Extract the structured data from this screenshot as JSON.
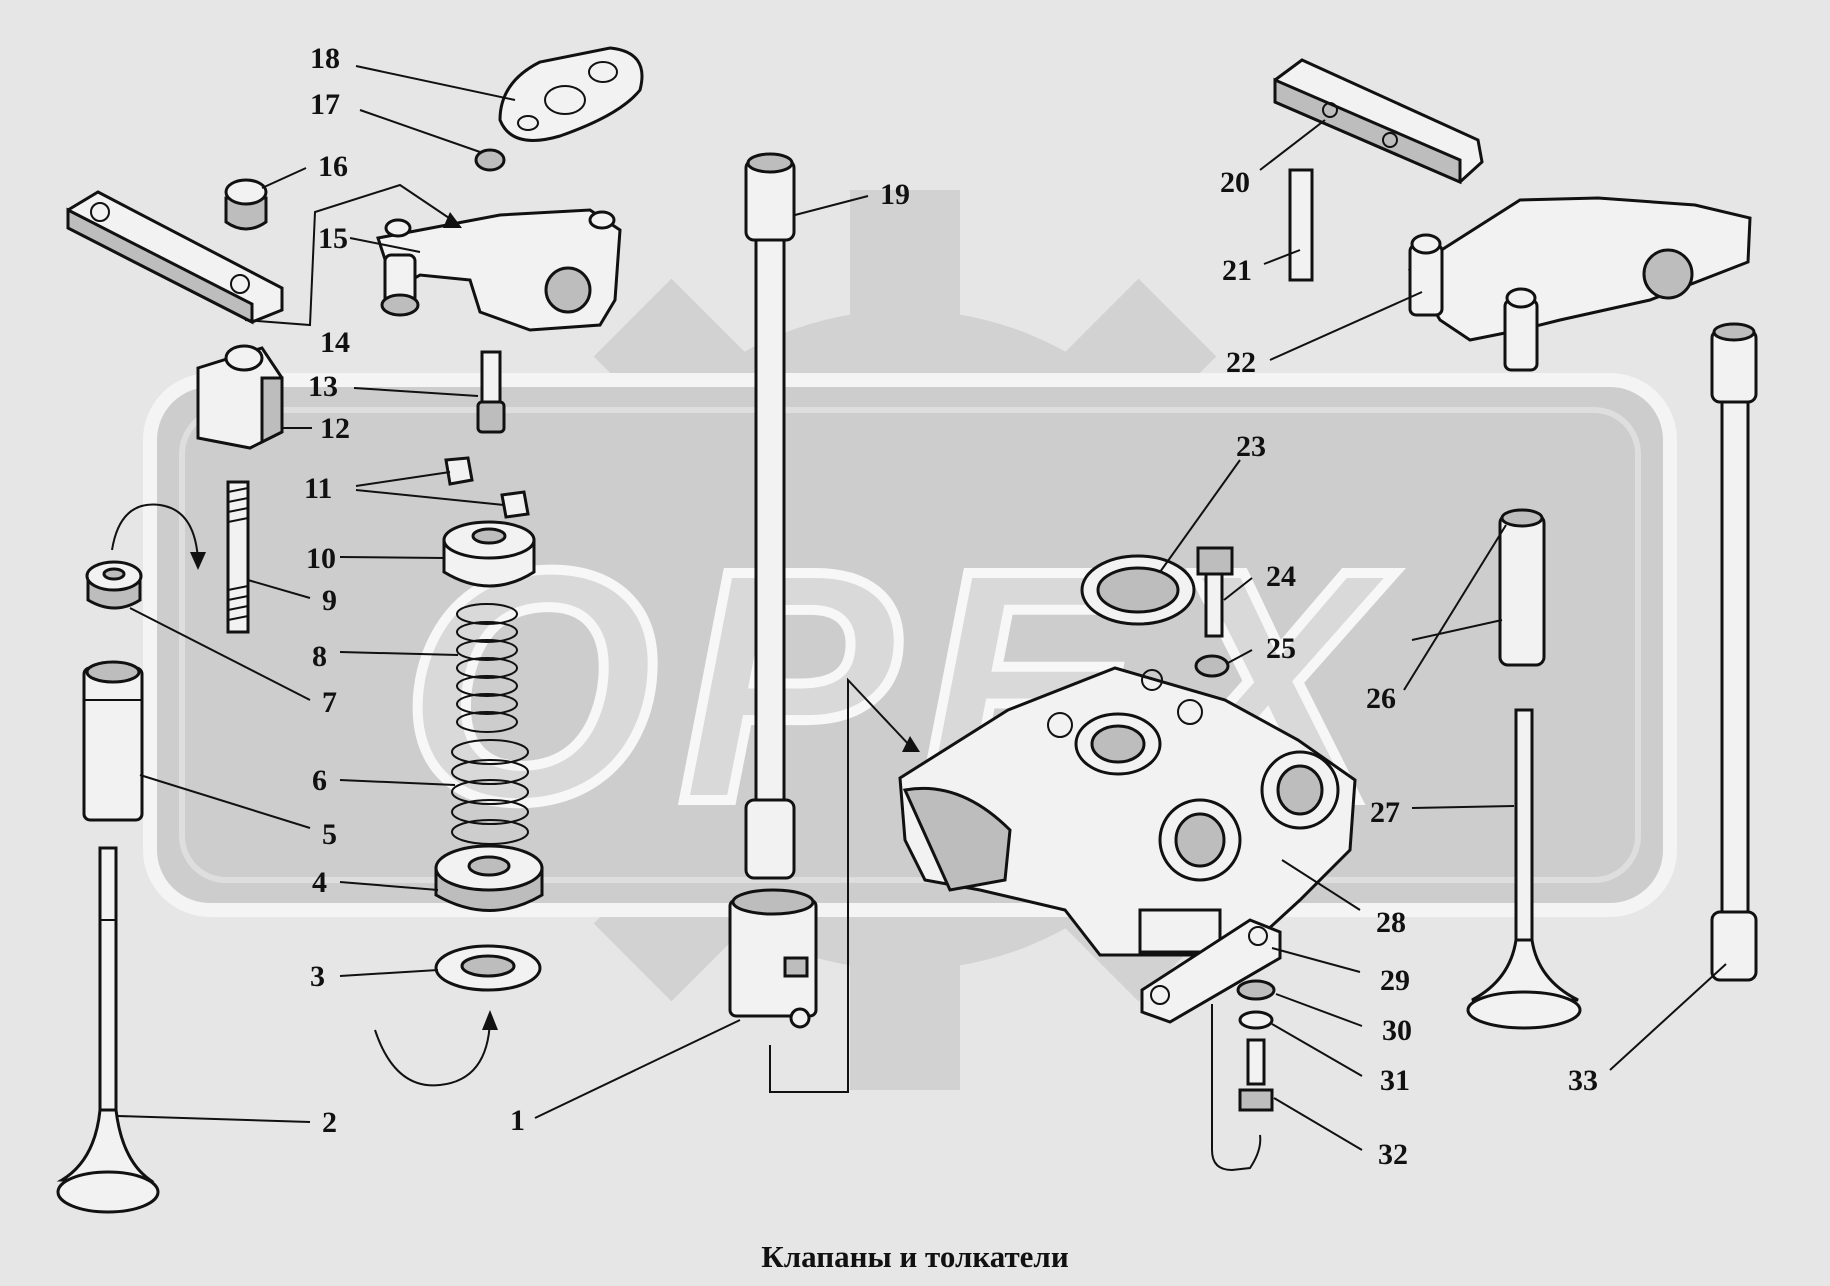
{
  "caption": "Клапаны и толкатели",
  "watermark": {
    "text": "ОРЕХ",
    "fill": "#cfcfcf",
    "stroke": "#ffffff"
  },
  "colors": {
    "background": "#e6e6e6",
    "ink": "#111111",
    "part_fill": "#f2f2f2"
  },
  "labels": [
    {
      "n": "1"
    },
    {
      "n": "2"
    },
    {
      "n": "3"
    },
    {
      "n": "4"
    },
    {
      "n": "5"
    },
    {
      "n": "6"
    },
    {
      "n": "7"
    },
    {
      "n": "8"
    },
    {
      "n": "9"
    },
    {
      "n": "10"
    },
    {
      "n": "11"
    },
    {
      "n": "12"
    },
    {
      "n": "13"
    },
    {
      "n": "14"
    },
    {
      "n": "15"
    },
    {
      "n": "16"
    },
    {
      "n": "17"
    },
    {
      "n": "18"
    },
    {
      "n": "19"
    },
    {
      "n": "20"
    },
    {
      "n": "21"
    },
    {
      "n": "22"
    },
    {
      "n": "23"
    },
    {
      "n": "24"
    },
    {
      "n": "25"
    },
    {
      "n": "26"
    },
    {
      "n": "27"
    },
    {
      "n": "28"
    },
    {
      "n": "29"
    },
    {
      "n": "30"
    },
    {
      "n": "31"
    },
    {
      "n": "32"
    },
    {
      "n": "33"
    }
  ]
}
